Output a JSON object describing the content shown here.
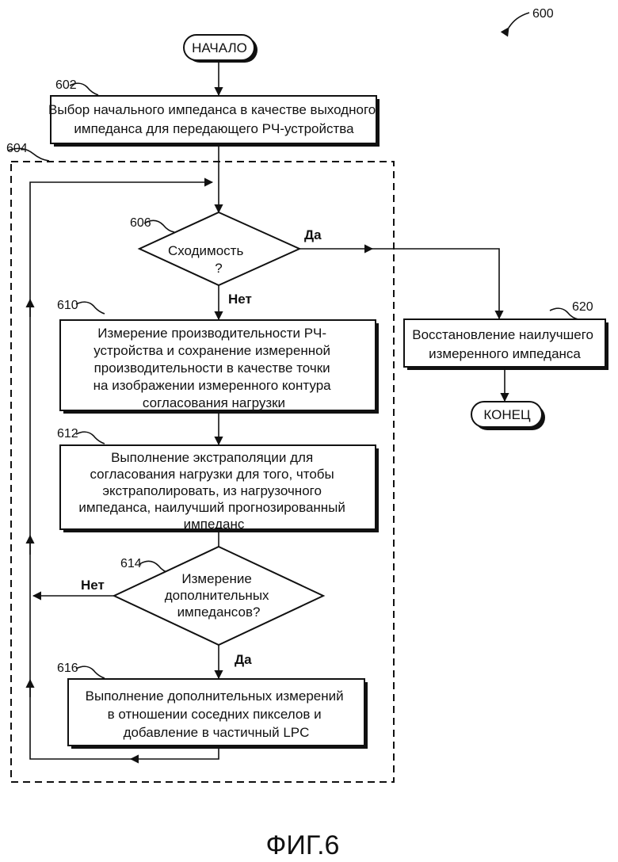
{
  "figure_ref": "600",
  "figure_caption": "ФИГ.6",
  "start": "НАЧАЛО",
  "end": "КОНЕЦ",
  "steps": {
    "s602": {
      "ref": "602",
      "lines": [
        "Выбор начального импеданса в качестве выходного",
        "импеданса для передающего РЧ-устройства"
      ]
    },
    "s604": {
      "ref": "604"
    },
    "s606": {
      "ref": "606",
      "lines": [
        "Сходимость",
        "?"
      ],
      "yes": "Да",
      "no": "Нет"
    },
    "s610": {
      "ref": "610",
      "lines": [
        "Измерение производительности РЧ-",
        "устройства и сохранение измеренной",
        "производительности в качестве точки",
        "на изображении измеренного контура",
        "согласования нагрузки"
      ]
    },
    "s612": {
      "ref": "612",
      "lines": [
        "Выполнение экстраполяции для",
        "согласования нагрузки для того, чтобы",
        "экстраполировать, из нагрузочного",
        "импеданса, наилучший прогнозированный",
        "импеданс"
      ]
    },
    "s614": {
      "ref": "614",
      "lines": [
        "Измерение",
        "дополнительных",
        "импедансов?"
      ],
      "yes": "Да",
      "no": "Нет"
    },
    "s616": {
      "ref": "616",
      "lines": [
        "Выполнение дополнительных измерений",
        "в отношении соседних пикселов и",
        "добавление в частичный LPC"
      ]
    },
    "s620": {
      "ref": "620",
      "lines": [
        "Восстановление наилучшего",
        "измеренного импеданса"
      ]
    }
  }
}
